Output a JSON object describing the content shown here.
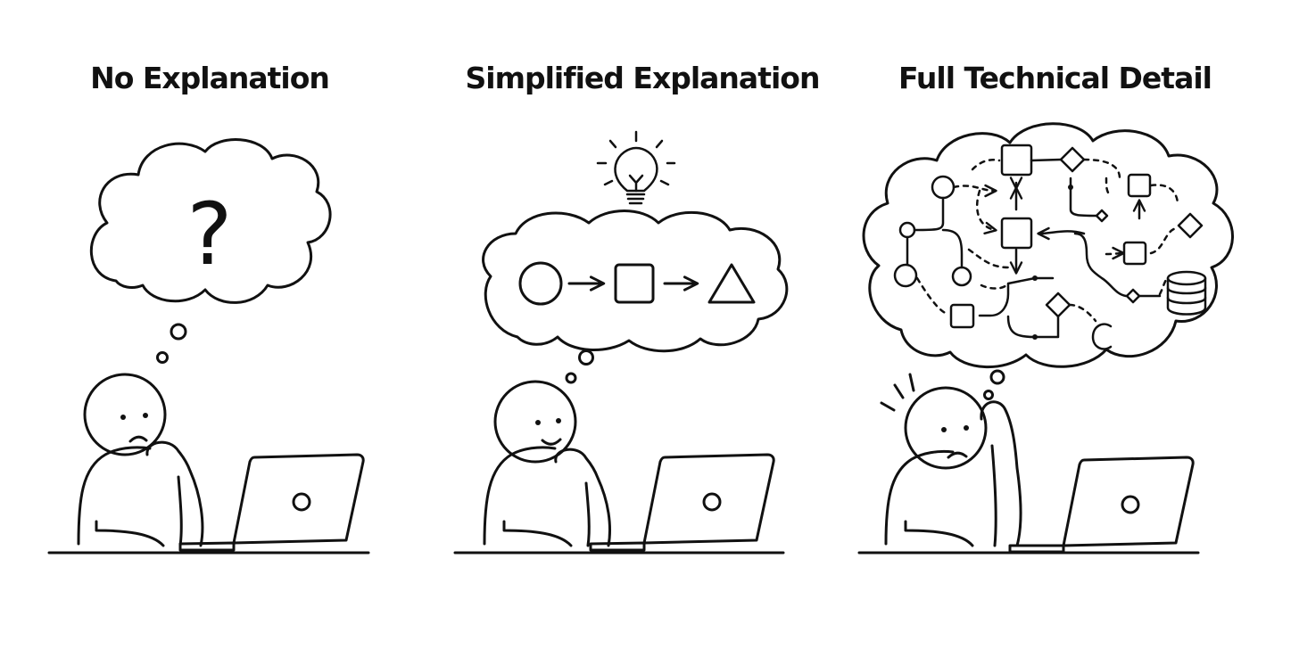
{
  "panels": [
    {
      "title": "No Explanation",
      "thought_glyph": "?"
    },
    {
      "title": "Simplified Explanation"
    },
    {
      "title": "Full Technical Detail"
    }
  ],
  "colors": {
    "ink": "#111111",
    "background": "#ffffff"
  },
  "icons": [
    "question-mark-icon",
    "lightbulb-icon",
    "circle-icon",
    "arrow-right-icon",
    "square-icon",
    "triangle-icon",
    "flowchart-icon",
    "database-icon",
    "laptop-icon"
  ]
}
